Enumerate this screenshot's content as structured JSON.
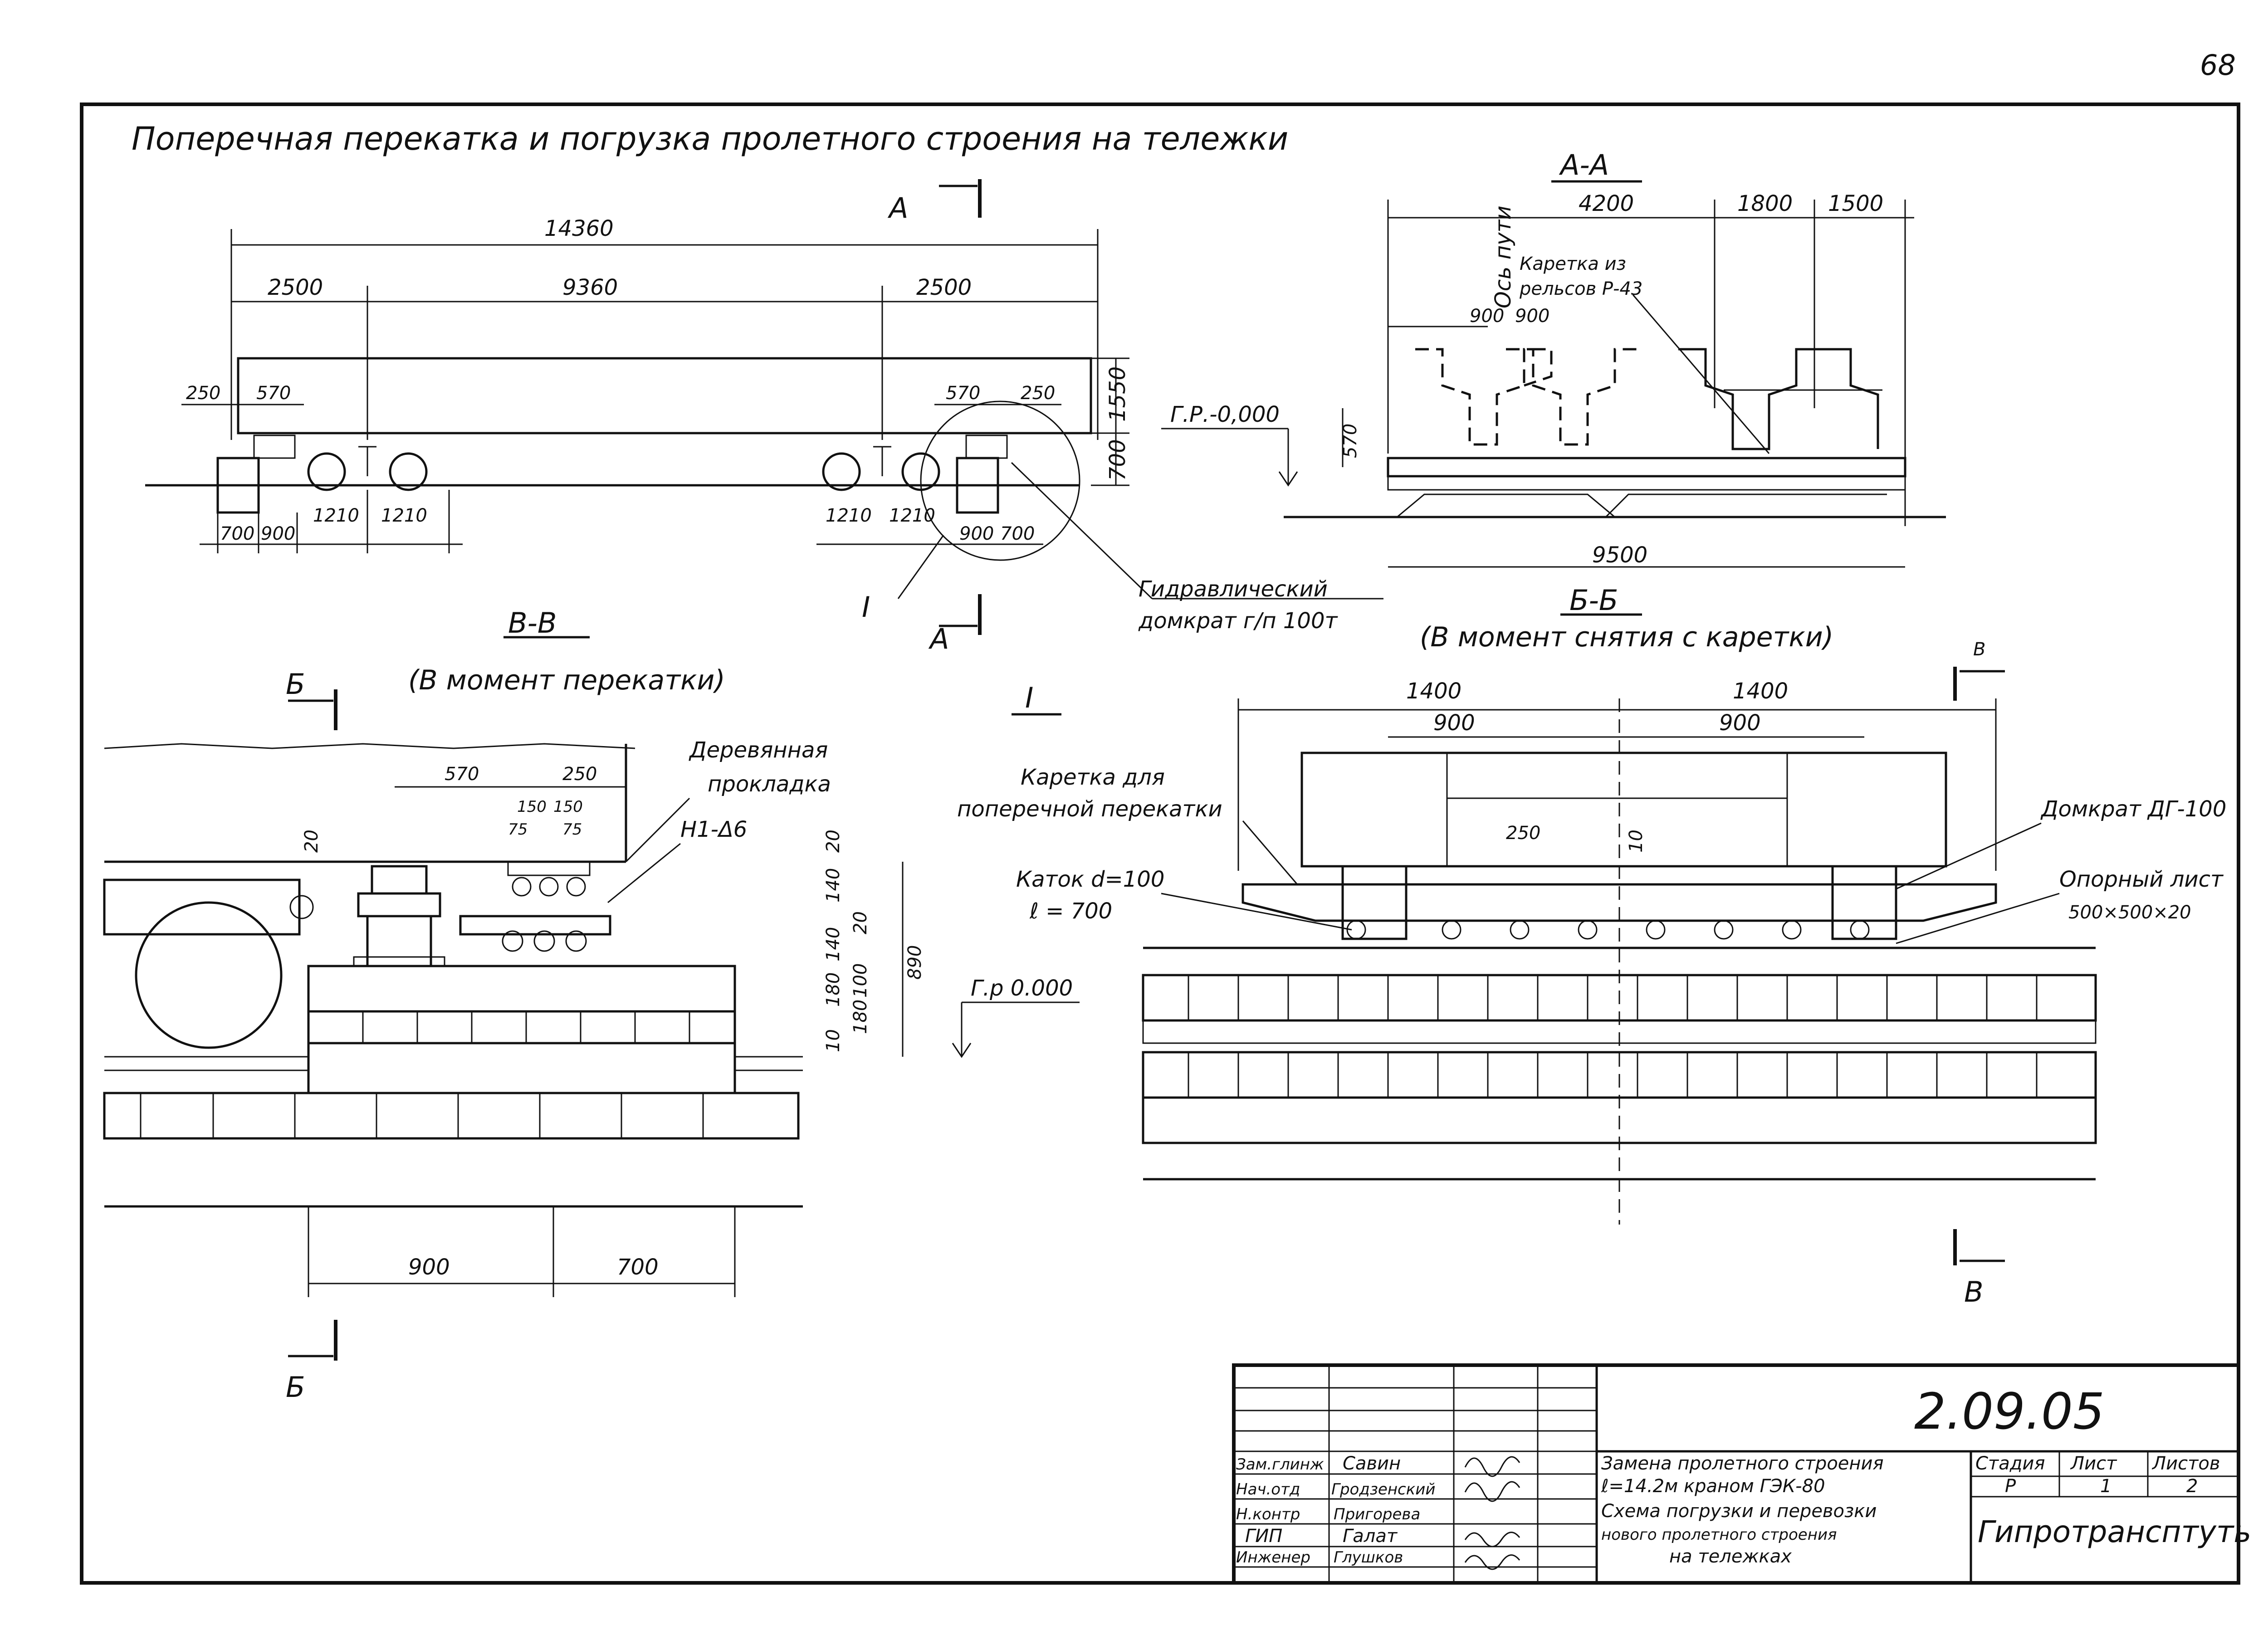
{
  "page_number": "68",
  "title": "Поперечная перекатка и погрузка пролетного строения на тележки",
  "elevation": {
    "dims": {
      "overall": "14360",
      "left": "2500",
      "middle": "9360",
      "right": "2500",
      "height": "1550",
      "right_height": "700",
      "l_250": "250",
      "l_570": "570",
      "r_570": "570",
      "r_250": "250",
      "l_700": "700",
      "l_900": "900",
      "l_1210a": "1210",
      "l_1210b": "1210",
      "r_1210a": "1210",
      "r_1210b": "1210",
      "r_900": "900",
      "r_700": "700"
    },
    "section_mark_top": "А",
    "section_mark_bottom": "А",
    "detail_mark": "I",
    "jack_label_1": "Гидравлический",
    "jack_label_2": "домкрат г/п 100т"
  },
  "section_aa": {
    "title": "А-А",
    "axis_label": "Ось пути",
    "dims": {
      "d4200": "4200",
      "d1800": "1800",
      "d1500": "1500",
      "d900a": "900",
      "d900b": "900",
      "d570": "570",
      "d9500": "9500"
    },
    "level_label": "Г.Р.-0,000",
    "carriage_label_1": "Каретка из",
    "carriage_label_2": "рельсов Р-43"
  },
  "section_bb": {
    "title": "Б-Б",
    "subtitle": "(В момент снятия с каретки)"
  },
  "section_vv": {
    "title": "В-В",
    "subtitle": "(В момент перекатки)",
    "mark_top": "Б",
    "mark_bottom": "Б",
    "wood_pad_1": "Деревянная",
    "wood_pad_2": "прокладка",
    "label_h1": "Н1-Δ6",
    "level_label": "Г.р 0.000",
    "dims": {
      "d570": "570",
      "d250": "250",
      "d150a": "150",
      "d150b": "150",
      "d75a": "75",
      "d75b": "75",
      "d20a": "20",
      "d20b": "20",
      "d140a": "140",
      "d140b": "140",
      "d20c": "20",
      "d890": "890",
      "d180a": "180",
      "d180b": "180",
      "d100": "100",
      "d10": "10",
      "d900": "900",
      "d700": "700"
    }
  },
  "detail_one": {
    "title": "I",
    "mark_top": "В",
    "mark_bottom": "В",
    "carriage_1": "Каретка для",
    "carriage_2": "поперечной перекатки",
    "roller_1": "Каток d=100",
    "roller_2": "ℓ = 700",
    "jack": "Домкрат ДГ-100",
    "plate_1": "Опорный лист",
    "plate_2": "500×500×20",
    "dims": {
      "d1400a": "1400",
      "d1400b": "1400",
      "d900a": "900",
      "d900b": "900",
      "d250": "250",
      "d10": "10"
    }
  },
  "title_block": {
    "doc_number": "2.09.05",
    "roles": [
      "Зам.глинж",
      "Нач.отд",
      "Н.контр",
      "ГИП",
      "Инженер"
    ],
    "names": [
      "Савин",
      "Гродзенский",
      "Пригорева",
      "Галат",
      "Глушков"
    ],
    "project_1": "Замена пролетного строения",
    "project_2": "ℓ=14.2м краном ГЭК-80",
    "sheet_title_1": "Схема погрузки и перевозки",
    "sheet_title_2": "нового пролетного строения",
    "sheet_title_3": "на тележках",
    "stage_hdr": "Стадия",
    "sheet_hdr": "Лист",
    "sheets_hdr": "Листов",
    "stage": "Р",
    "sheet": "1",
    "sheets": "2",
    "organization": "Гипротрансптуть"
  }
}
